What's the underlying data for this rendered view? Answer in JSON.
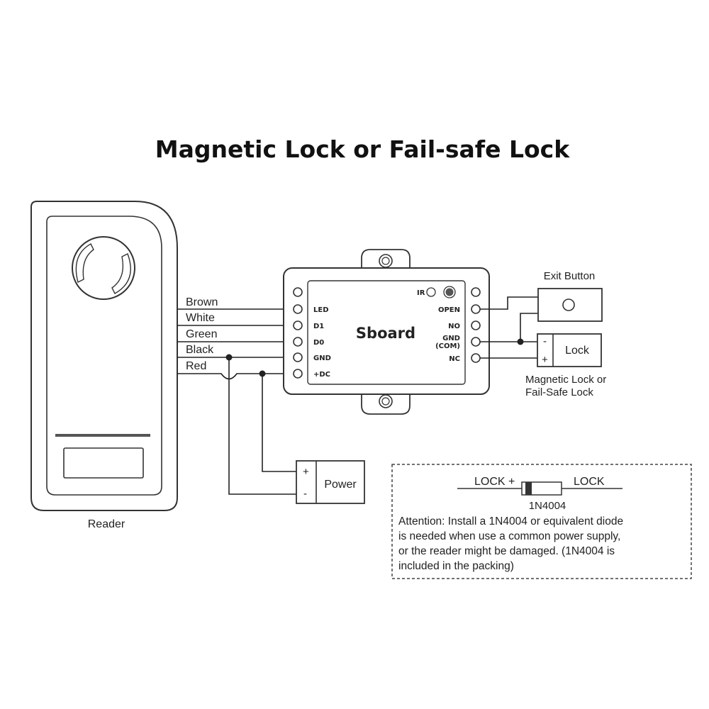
{
  "title": "Magnetic Lock or Fail-safe Lock",
  "reader": {
    "label": "Reader",
    "wires": [
      "Brown",
      "White",
      "Green",
      "Black",
      "Red"
    ]
  },
  "board": {
    "name": "Sboard",
    "ir_label": "IR",
    "left_terminals": [
      "LED",
      "D1",
      "D0",
      "GND",
      "+DC"
    ],
    "right_terminals": [
      "OPEN",
      "NO",
      "GND",
      "(COM)",
      "NC"
    ]
  },
  "exit_button": {
    "label": "Exit Button"
  },
  "lock": {
    "label": "Lock",
    "minus": "-",
    "plus": "+",
    "caption_line1": "Magnetic Lock or",
    "caption_line2": "Fail-Safe Lock"
  },
  "power": {
    "label": "Power",
    "plus": "+",
    "minus": "-"
  },
  "note": {
    "lock_left": "LOCK +",
    "lock_right": "LOCK",
    "diode": "1N4004",
    "lines": [
      "Attention: Install a 1N4004 or equivalent diode",
      "is needed when use a common power supply,",
      "or the reader might be damaged. (1N4004 is",
      "included in the packing)"
    ]
  }
}
